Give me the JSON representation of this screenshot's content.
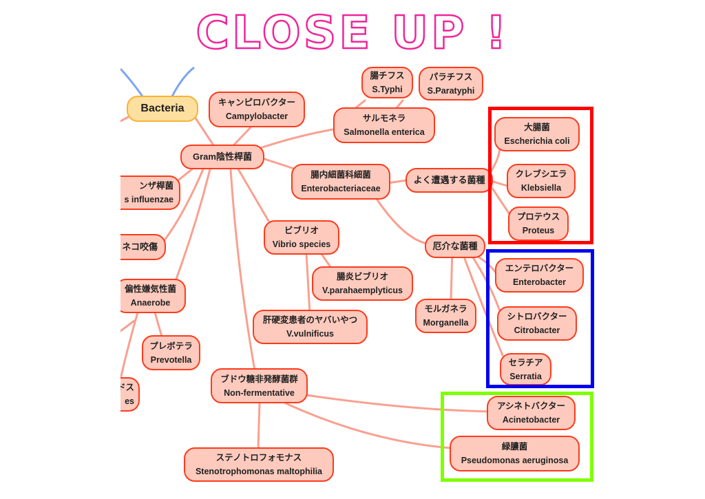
{
  "title": "CLOSE UP !",
  "colors": {
    "title_outline": "#f0259a",
    "node_fill": "#fdcabd",
    "node_border": "#fb3b1c",
    "edge": "#f9a090",
    "root_fill": "#fddf9f",
    "root_border": "#f7b335",
    "frame_red": "#ff0000",
    "frame_blue": "#0000ee",
    "frame_green": "#80ff00"
  },
  "nodes": {
    "bacteria": {
      "label": "Bacteria"
    },
    "campylobacter": {
      "ja": "キャンピロバクター",
      "en": "Campylobacter"
    },
    "gram_neg": {
      "label": "Gram陰性桿菌"
    },
    "influenzae": {
      "ja": "ンザ桿菌",
      "en": "s influenzae"
    },
    "cat_bite": {
      "label": "ネコ咬傷"
    },
    "anaerobe": {
      "ja": "偏性嫌気性菌",
      "en": "Anaerobe"
    },
    "prevotella": {
      "ja": "プレボテラ",
      "en": "Prevotella"
    },
    "bacteroides": {
      "ja": "ドス",
      "en": "es"
    },
    "nonferm": {
      "ja": "ブドウ糖非発酵菌群",
      "en": "Non-fermentative"
    },
    "steno": {
      "ja": "ステノトロフォモナス",
      "en": "Stenotrophomonas maltophilia"
    },
    "vibrio": {
      "ja": "ビブリオ",
      "en": "Vibrio species"
    },
    "vpara": {
      "ja": "腸炎ビブリオ",
      "en": "V.parahaemplyticus"
    },
    "vvuln": {
      "ja": "肝硬変患者のヤバいやつ",
      "en": "V.vulnificus"
    },
    "entero_family": {
      "ja": "腸内細菌科細菌",
      "en": "Enterobacteriaceae"
    },
    "common": {
      "label": "よく遭遇する菌種"
    },
    "troublesome": {
      "label": "厄介な菌種"
    },
    "morganella": {
      "ja": "モルガネラ",
      "en": "Morganella"
    },
    "salmonella": {
      "ja": "サルモネラ",
      "en": "Salmonella enterica"
    },
    "typhi": {
      "ja": "腸チフス",
      "en": "S.Typhi"
    },
    "paratyphi": {
      "ja": "パラチフス",
      "en": "S.Paratyphi"
    },
    "ecoli": {
      "ja": "大腸菌",
      "en": "Escherichia coli"
    },
    "klebsiella": {
      "ja": "クレブシエラ",
      "en": "Klebsiella"
    },
    "proteus": {
      "ja": "プロテウス",
      "en": "Proteus"
    },
    "enterobacter": {
      "ja": "エンテロバクター",
      "en": "Enterobacter"
    },
    "citrobacter": {
      "ja": "シトロバクター",
      "en": "Citrobacter"
    },
    "serratia": {
      "ja": "セラチア",
      "en": "Serratia"
    },
    "acinetobacter": {
      "ja": "アシネトバクター",
      "en": "Acinetobacter"
    },
    "pseudomonas": {
      "ja": "緑膿菌",
      "en": "Pseudomonas aeruginosa"
    }
  }
}
